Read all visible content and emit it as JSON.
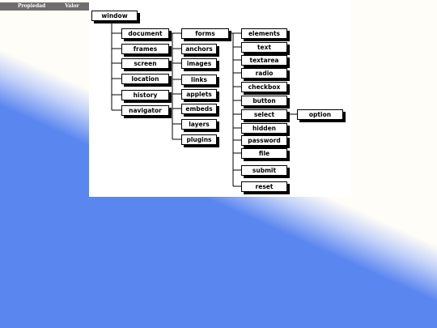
{
  "header": {
    "col_property": "Propiedad",
    "col_value": "Valor"
  },
  "root": "window",
  "window_children": [
    "document",
    "frames",
    "screen",
    "location",
    "history",
    "navigator"
  ],
  "document_children": [
    "forms",
    "anchors",
    "images",
    "links",
    "applets",
    "embeds",
    "layers",
    "plugins"
  ],
  "forms_children": [
    "elements",
    "text",
    "textarea",
    "radio",
    "checkbox",
    "button",
    "select",
    "hidden",
    "password",
    "file",
    "submit",
    "reset"
  ],
  "select_children": [
    "option"
  ],
  "colors": {
    "blue": "#5a86f0",
    "cream": "#fffdf7",
    "box_border": "#000000"
  }
}
